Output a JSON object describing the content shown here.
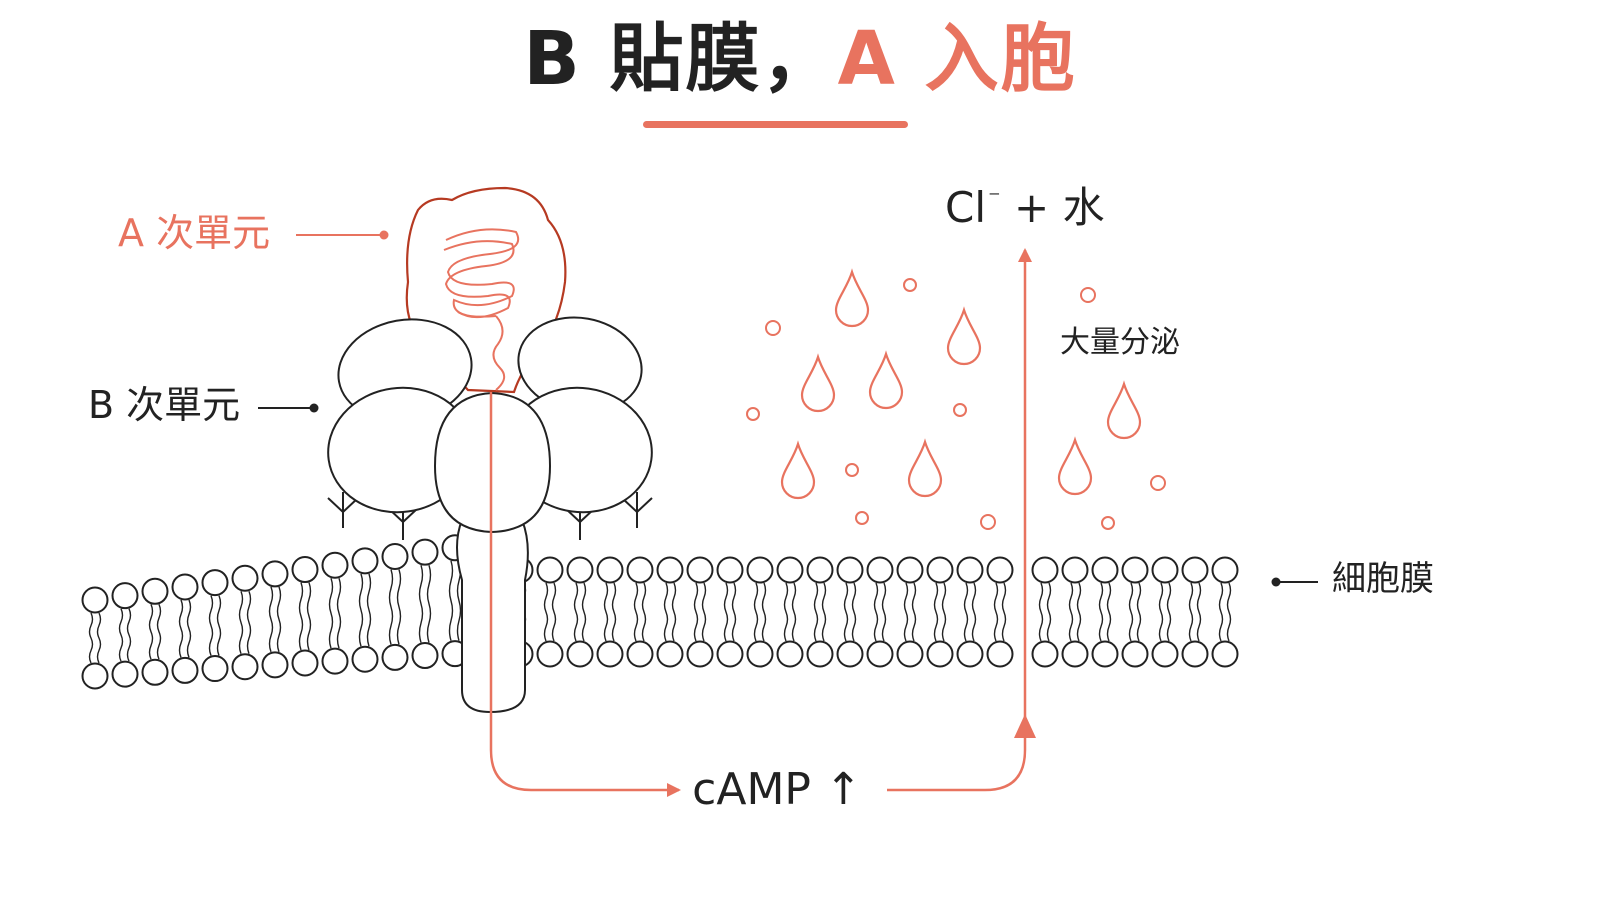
{
  "title": {
    "part1": "B 貼膜，",
    "part2": "A 入胞"
  },
  "labels": {
    "a_subunit": "A 次單元",
    "b_subunit": "B 次單元",
    "chloride_base": "Cl",
    "chloride_charge": "⁻",
    "chloride_rest": " + 水",
    "secretion": "大量分泌",
    "membrane": "細胞膜",
    "camp_text": "cAMP",
    "camp_arrow": "↑"
  },
  "colors": {
    "accent": "#e8735f",
    "dark": "#222222",
    "protein_outline": "#b63a22"
  },
  "icons": {
    "droplet": "droplet-icon",
    "bubble": "bubble-icon",
    "arrow": "arrow-icon"
  }
}
